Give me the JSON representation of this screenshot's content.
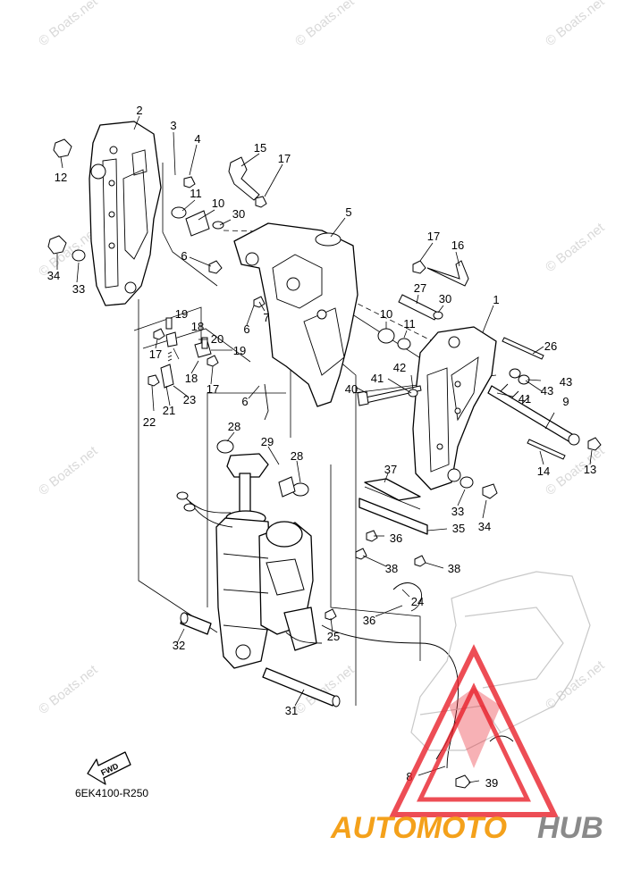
{
  "watermark_text": "© Boats.net",
  "part_numbers": [
    "1",
    "2",
    "3",
    "4",
    "5",
    "6",
    "7",
    "8",
    "9",
    "10",
    "11",
    "12",
    "13",
    "14",
    "15",
    "16",
    "17",
    "18",
    "19",
    "20",
    "21",
    "22",
    "23",
    "24",
    "25",
    "26",
    "27",
    "28",
    "29",
    "30",
    "31",
    "32",
    "33",
    "34",
    "35",
    "36",
    "37",
    "38",
    "39",
    "40",
    "41",
    "42",
    "43"
  ],
  "fwd_label": "FWD",
  "diagram_code": "6EK4100-R250",
  "brand_logo": {
    "part_a": "AUTOMOTO",
    "part_b": "HUB",
    "color_a": "#f4a11b",
    "color_b": "#8a8a8a",
    "triangle_color": "#e8202a"
  }
}
